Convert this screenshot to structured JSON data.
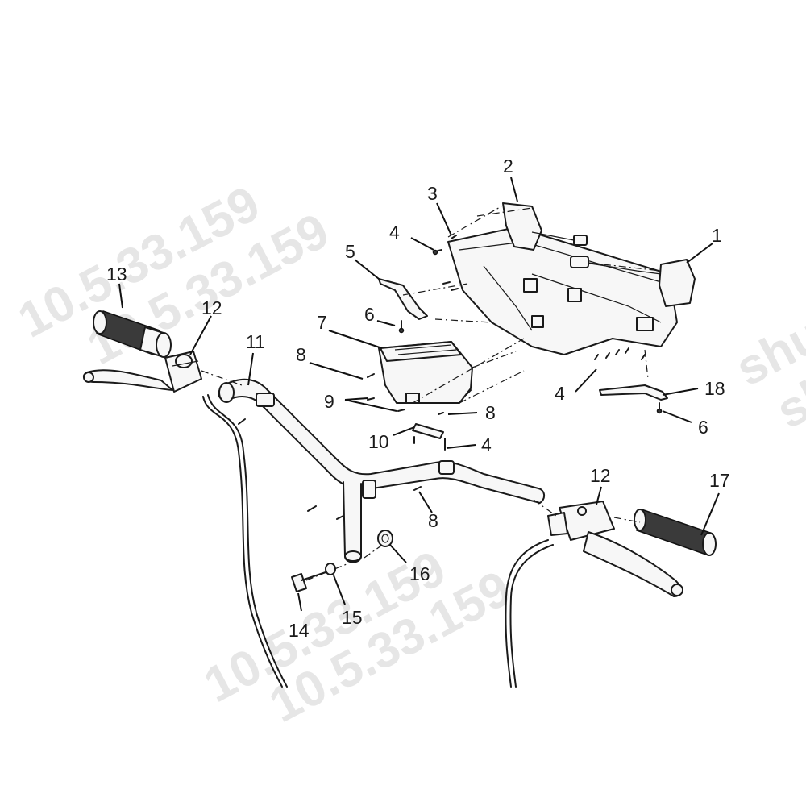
{
  "watermark": {
    "text": "10.5.33.159",
    "brand": "shuai"
  },
  "callouts": [
    {
      "id": "1",
      "label": "1"
    },
    {
      "id": "2",
      "label": "2"
    },
    {
      "id": "3",
      "label": "3"
    },
    {
      "id": "4a",
      "label": "4"
    },
    {
      "id": "5",
      "label": "5"
    },
    {
      "id": "6a",
      "label": "6"
    },
    {
      "id": "7",
      "label": "7"
    },
    {
      "id": "8a",
      "label": "8"
    },
    {
      "id": "9",
      "label": "9"
    },
    {
      "id": "8b",
      "label": "8"
    },
    {
      "id": "10",
      "label": "10"
    },
    {
      "id": "4b",
      "label": "4"
    },
    {
      "id": "11",
      "label": "11"
    },
    {
      "id": "12a",
      "label": "12"
    },
    {
      "id": "13",
      "label": "13"
    },
    {
      "id": "4c",
      "label": "4"
    },
    {
      "id": "18",
      "label": "18"
    },
    {
      "id": "6b",
      "label": "6"
    },
    {
      "id": "12b",
      "label": "12"
    },
    {
      "id": "17",
      "label": "17"
    },
    {
      "id": "8c",
      "label": "8"
    },
    {
      "id": "16",
      "label": "16"
    },
    {
      "id": "14",
      "label": "14"
    },
    {
      "id": "15",
      "label": "15"
    }
  ]
}
